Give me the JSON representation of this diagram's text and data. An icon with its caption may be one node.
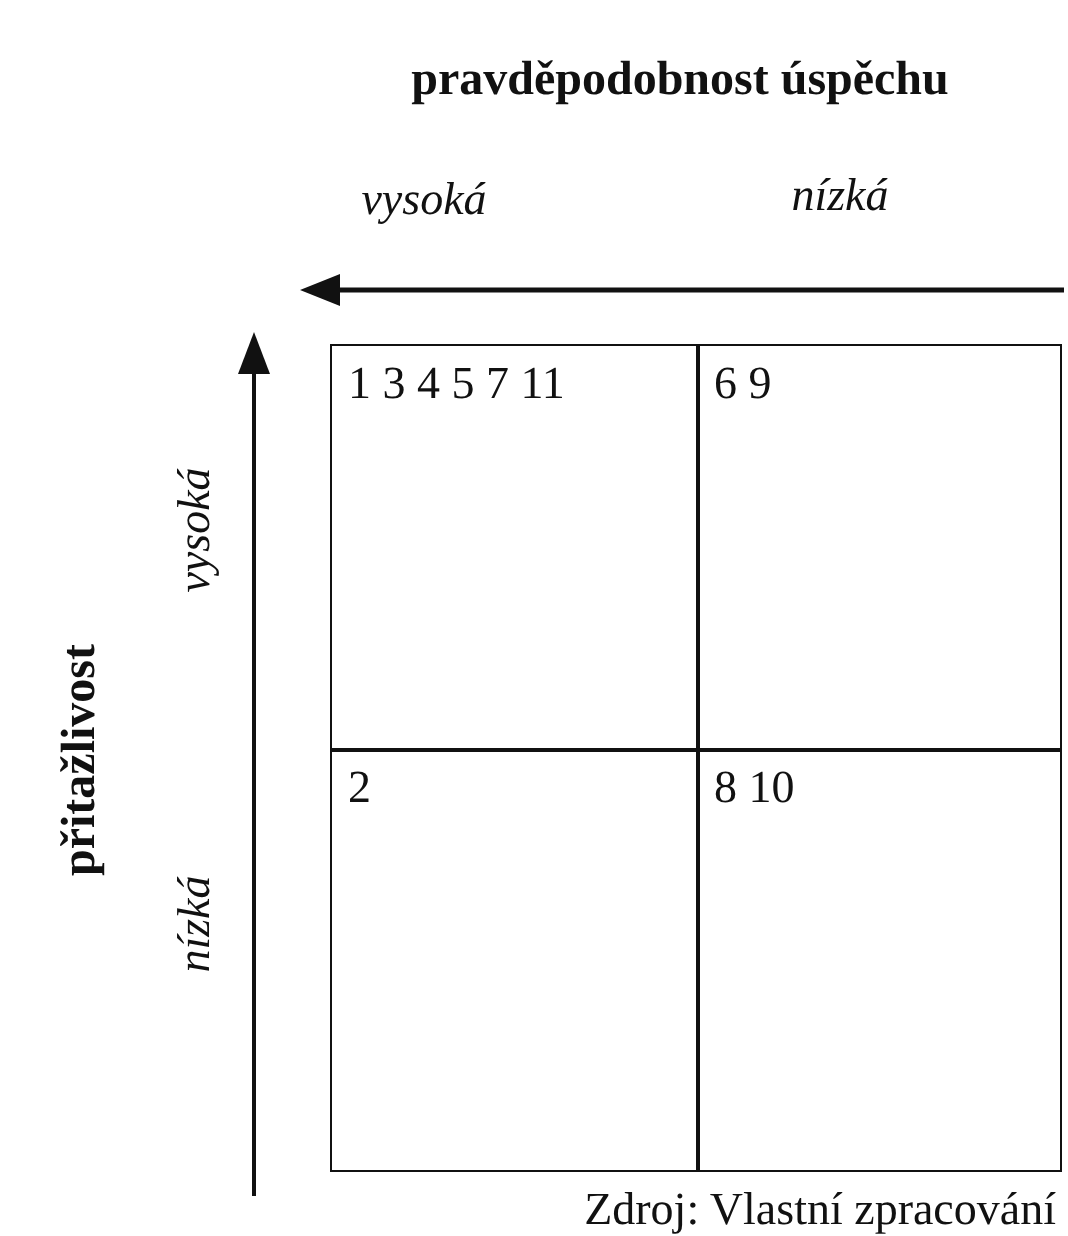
{
  "diagram": {
    "title": "pravděpodobnost úspěchu",
    "caption": "Zdroj: Vlastní zpracování",
    "nodes": [
      {
        "text": [
          "1 3 4 5 7 11"
        ]
      },
      {
        "text": [
          "6 9"
        ]
      },
      {
        "text": [
          "2"
        ]
      },
      {
        "text": [
          "8 10"
        ]
      }
    ],
    "labels": [
      "vysoká",
      "nízká",
      "přitažlivost",
      "vysoká",
      "nízká"
    ]
  }
}
